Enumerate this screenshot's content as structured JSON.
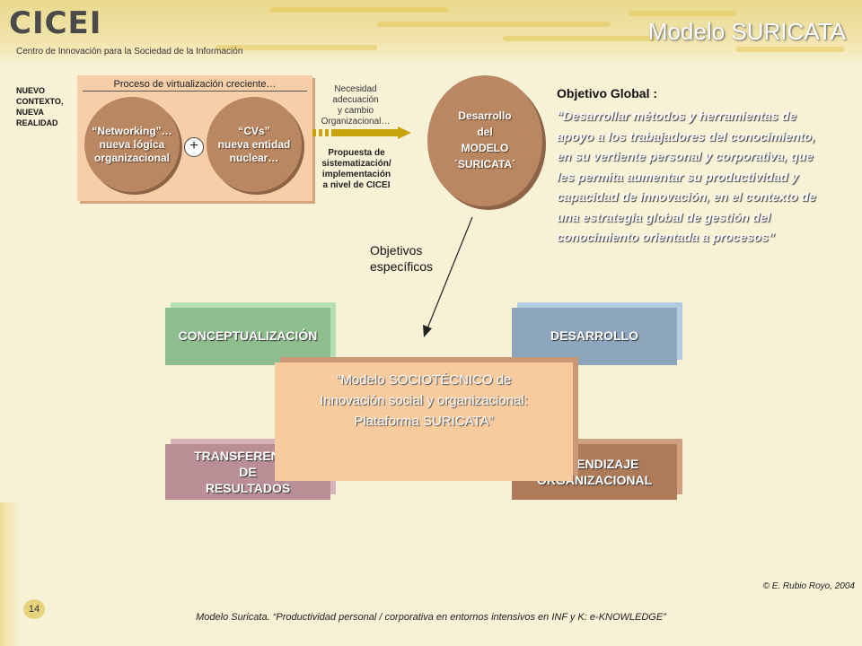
{
  "header": {
    "logo_text": "CICEI",
    "logo_subtitle": "Centro de Innovación para la Sociedad de la Información",
    "slide_title": "Modelo SURICATA"
  },
  "context": {
    "label_lines": [
      "NUEVO",
      "CONTEXTO,",
      "NUEVA",
      "REALIDAD"
    ],
    "process_title": "Proceso de virtualización creciente…",
    "circle_networking": [
      "“Networking”…",
      "nueva lógica",
      "organizacional"
    ],
    "plus_symbol": "+",
    "circle_cvs": [
      "“CVs”",
      "nueva entidad",
      "nuclear…"
    ]
  },
  "transition": {
    "need_lines": [
      "Necesidad",
      "adecuación",
      "y cambio",
      "Organizacional…"
    ],
    "proposal_lines": [
      "Propuesta de",
      "sistematización/",
      "implementación",
      "a nivel de CICEI"
    ]
  },
  "model": {
    "lines": [
      "Desarrollo",
      "del",
      "MODELO",
      "´SURICATA´"
    ]
  },
  "goal": {
    "heading": "Objetivo Global :",
    "lines": [
      "“Desarrollar métodos y herramientas de",
      "apoyo a los trabajadores del conocimiento,",
      "en su vertiente personal y corporativa, que",
      "les permita aumentar su productividad  y",
      "capacidad de innovación, en el contexto de",
      "una estrategia  global de gestión del",
      "conocimiento orientada a procesos”"
    ]
  },
  "specific_objectives": [
    "Objetivos",
    "específicos"
  ],
  "quadrants": {
    "top_left": "CONCEPTUALIZACIÓN",
    "top_right": "DESARROLLO",
    "bottom_left": [
      "TRANSFERENCIA",
      "DE",
      "RESULTADOS"
    ],
    "bottom_right": [
      "APRENDIZAJE",
      "ORGANIZACIONAL"
    ],
    "center_lines": [
      "“Modelo SOCIOTÉCNICO de",
      "Innovación social y organizacional:",
      "Plataforma SURICATA”"
    ]
  },
  "footer": {
    "copyright": "© E. Rubio Royo, 2004",
    "page_number": "14",
    "caption": "Modelo Suricata. “Productividad personal / corporativa en entornos intensivos en INF y K: e-KNOWLEDGE”"
  },
  "colors": {
    "conceptualizacion": "#8fbe8e",
    "desarrollo": "#8ea6bd",
    "transferencia": "#b98f95",
    "aprendizaje": "#ae7b59",
    "center": "#f8cb9f",
    "circle": "#b98762"
  }
}
